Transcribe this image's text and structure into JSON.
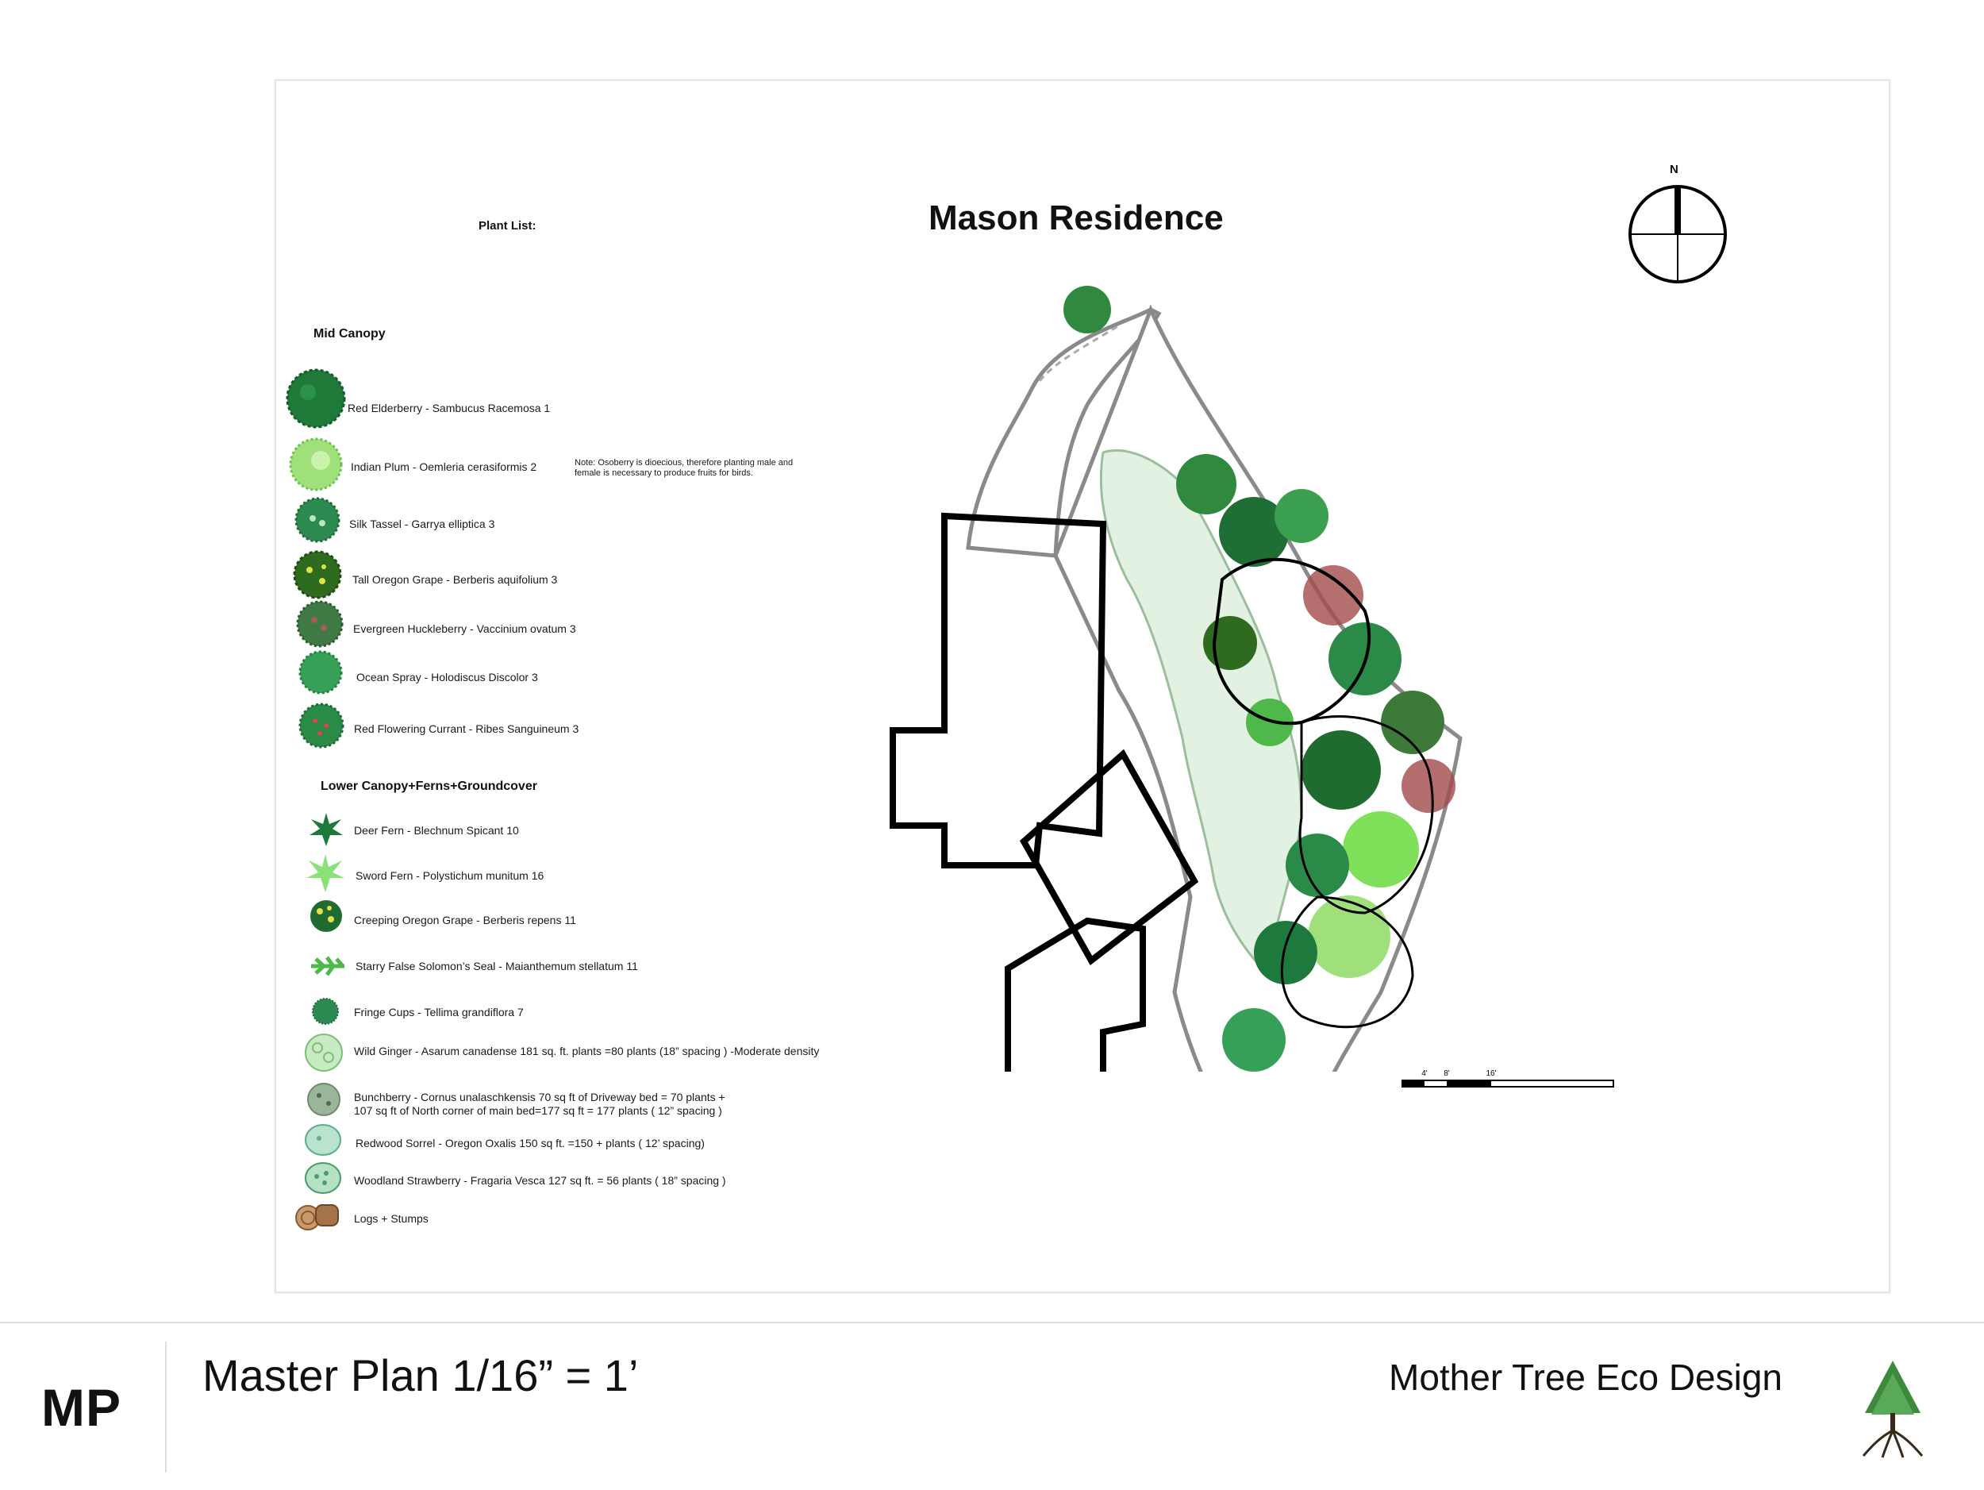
{
  "sheet": {
    "title": "Mason Residence",
    "plant_list_label": "Plant List:",
    "north_label": "N",
    "note": "Note: Osoberry is dioecious, therefore planting male and female is necessary to produce fruits for birds."
  },
  "mid_canopy": {
    "heading": "Mid Canopy",
    "items": [
      {
        "label": "Red Elderberry - Sambucus Racemosa 1",
        "icon": "red-elderberry-icon",
        "color": "#1f7a3a"
      },
      {
        "label": "Indian Plum - Oemleria cerasiformis 2",
        "icon": "indian-plum-icon",
        "color": "#9fe07a"
      },
      {
        "label": "Silk Tassel - Garrya elliptica 3",
        "icon": "silk-tassel-icon",
        "color": "#2d8a4e"
      },
      {
        "label": "Tall Oregon Grape - Berberis aquifolium 3",
        "icon": "tall-oregon-grape-icon",
        "color": "#2f6b1f"
      },
      {
        "label": "Evergreen Huckleberry - Vaccinium ovatum 3",
        "icon": "evergreen-huckleberry-icon",
        "color": "#3f7a45"
      },
      {
        "label": "Ocean Spray - Holodiscus Discolor 3",
        "icon": "ocean-spray-icon",
        "color": "#36a058"
      },
      {
        "label": "Red Flowering Currant - Ribes Sanguineum 3",
        "icon": "red-flowering-currant-icon",
        "color": "#2a8a48"
      }
    ]
  },
  "lower_canopy": {
    "heading": "Lower Canopy+Ferns+Groundcover",
    "items": [
      {
        "label": "Deer Fern - Blechnum Spicant 10",
        "icon": "deer-fern-icon",
        "color": "#1e7a3c"
      },
      {
        "label": "Sword Fern - Polystichum munitum 16",
        "icon": "sword-fern-icon",
        "color": "#8be07a"
      },
      {
        "label": "Creeping Oregon Grape - Berberis repens 11",
        "icon": "creeping-oregon-grape-icon",
        "color": "#1f6b30"
      },
      {
        "label": "Starry False Solomon’s Seal - Maianthemum stellatum 11",
        "icon": "starry-solomons-seal-icon",
        "color": "#4fb84a"
      },
      {
        "label": "Fringe Cups - Tellima grandiflora 7",
        "icon": "fringe-cups-icon",
        "color": "#2c8a50"
      },
      {
        "label": "Wild Ginger - Asarum canadense 181 sq. ft. plants =80 plants (18” spacing ) -Moderate density",
        "icon": "wild-ginger-icon",
        "color": "#c9ebc4"
      },
      {
        "label": "Bunchberry - Cornus unalaschkensis 70 sq ft of Driveway bed = 70 plants +",
        "label2": "107 sq ft of North corner of main bed=177 sq ft = 177 plants ( 12” spacing )",
        "icon": "bunchberry-icon",
        "color": "#9bb59a"
      },
      {
        "label": "Redwood Sorrel - Oregon Oxalis  150 sq ft. =150 + plants ( 12’ spacing)",
        "icon": "redwood-sorrel-icon",
        "color": "#b9e3cf"
      },
      {
        "label": "Woodland Strawberry - Fragaria Vesca 127 sq ft. = 56 plants ( 18” spacing )",
        "icon": "woodland-strawberry-icon",
        "color": "#b5e2c4"
      },
      {
        "label": "Logs + Stumps",
        "icon": "logs-stumps-icon",
        "color": "#a4734a"
      }
    ]
  },
  "scale_bar": {
    "labels": [
      "4'",
      "8'",
      "16'"
    ]
  },
  "footer": {
    "code": "MP",
    "plan_title": "Master Plan 1/16” = 1’",
    "company": "Mother Tree Eco Design"
  }
}
